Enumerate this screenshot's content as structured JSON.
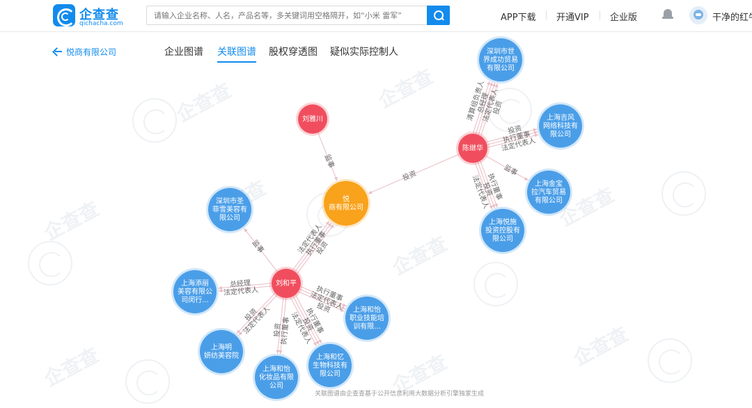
{
  "app": {
    "logo_text": "企查查",
    "logo_sub": "qichacha.com",
    "brand_color": "#128bed"
  },
  "search": {
    "placeholder": "请输入企业名称、人名，产品名等，多关键词用空格隔开，如“小米 雷军”"
  },
  "nav": {
    "app_download": "APP下载",
    "vip": "开通VIP",
    "enterprise": "企业版",
    "username": "干净的红牛"
  },
  "page": {
    "back_label": "悦商有限公司",
    "tabs": [
      {
        "label": "企业图谱",
        "active": false
      },
      {
        "label": "关联图谱",
        "active": true
      },
      {
        "label": "股权穿透图",
        "active": false
      },
      {
        "label": "疑似实际控制人",
        "active": false
      }
    ],
    "footer": "关联图谱由企查查基于公开信息利用大数据分析引擎独家生成",
    "watermark": "企查查"
  },
  "graph": {
    "colors": {
      "company": "#4a9ee8",
      "person": "#f04e5e",
      "center": "#f9a21b",
      "edge": "#e9bcc4",
      "edge_label": "#666666"
    },
    "nodes": [
      {
        "id": "center",
        "type": "center",
        "lines": [
          "悦",
          "商有限公司"
        ]
      },
      {
        "id": "liuyachuan",
        "type": "person",
        "lines": [
          "刘雅川"
        ]
      },
      {
        "id": "chenjihua",
        "type": "person",
        "lines": [
          "陈继华"
        ]
      },
      {
        "id": "liuheping",
        "type": "person",
        "lines": [
          "刘和平"
        ]
      },
      {
        "id": "sz_shijie",
        "type": "company",
        "lines": [
          "深圳市世",
          "界成功贸易",
          "有限公司"
        ]
      },
      {
        "id": "sh_jifeng",
        "type": "company",
        "lines": [
          "上海吉风",
          "网络科技有",
          "限公司"
        ]
      },
      {
        "id": "sh_jinbao",
        "type": "company",
        "lines": [
          "上海金宝",
          "拉汽车贸易",
          "有限公司"
        ]
      },
      {
        "id": "sh_yueshang",
        "type": "company",
        "lines": [
          "上海悦施",
          "投资控股有",
          "限公司"
        ]
      },
      {
        "id": "sz_shengfei",
        "type": "company",
        "lines": [
          "深圳市圣",
          "菲雪美容有",
          "限公司"
        ]
      },
      {
        "id": "sh_tianli",
        "type": "company",
        "lines": [
          "上海添丽",
          "美容有限公",
          "司闵行..."
        ]
      },
      {
        "id": "sh_mingyan",
        "type": "company",
        "lines": [
          "上海明",
          "妍纺美容院"
        ]
      },
      {
        "id": "sh_heyi_hua",
        "type": "company",
        "lines": [
          "上海和怡",
          "化妆品有限",
          "公司"
        ]
      },
      {
        "id": "sh_heyi_bio",
        "type": "company",
        "lines": [
          "上海和忆",
          "生物科技有",
          "限公司"
        ]
      },
      {
        "id": "sh_heyi_edu",
        "type": "company",
        "lines": [
          "上海和怡",
          "职业技能培",
          "训有限..."
        ]
      }
    ],
    "edges": [
      {
        "from": "liuyachuan",
        "to": "center",
        "labels": [
          "监事"
        ]
      },
      {
        "from": "chenjihua",
        "to": "center",
        "labels": [
          "投资"
        ]
      },
      {
        "from": "liuheping",
        "to": "center",
        "labels": [
          "法定代表人",
          "执行董事",
          "投资"
        ]
      },
      {
        "from": "chenjihua",
        "to": "sz_shijie",
        "labels": [
          "清算组负责人",
          "总经理",
          "法定代表人",
          "投资"
        ]
      },
      {
        "from": "chenjihua",
        "to": "sh_jifeng",
        "labels": [
          "投资",
          "执行董事",
          "法定代表人"
        ]
      },
      {
        "from": "chenjihua",
        "to": "sh_jinbao",
        "labels": [
          "监事"
        ]
      },
      {
        "from": "chenjihua",
        "to": "sh_yueshang",
        "labels": [
          "执行董事",
          "投资",
          "法定代表人"
        ]
      },
      {
        "from": "liuheping",
        "to": "sz_shengfei",
        "labels": [
          "监事"
        ]
      },
      {
        "from": "liuheping",
        "to": "sh_tianli",
        "labels": [
          "法定代表人",
          "总经理"
        ]
      },
      {
        "from": "liuheping",
        "to": "sh_mingyan",
        "labels": [
          "法定代表人",
          "投资"
        ]
      },
      {
        "from": "liuheping",
        "to": "sh_heyi_hua",
        "labels": [
          "执行董事",
          "投资"
        ]
      },
      {
        "from": "liuheping",
        "to": "sh_heyi_bio",
        "labels": [
          "执行董事",
          "投资",
          "法定代表人"
        ]
      },
      {
        "from": "liuheping",
        "to": "sh_heyi_edu",
        "labels": [
          "执行董事",
          "法定代表人",
          "投资"
        ]
      }
    ]
  }
}
